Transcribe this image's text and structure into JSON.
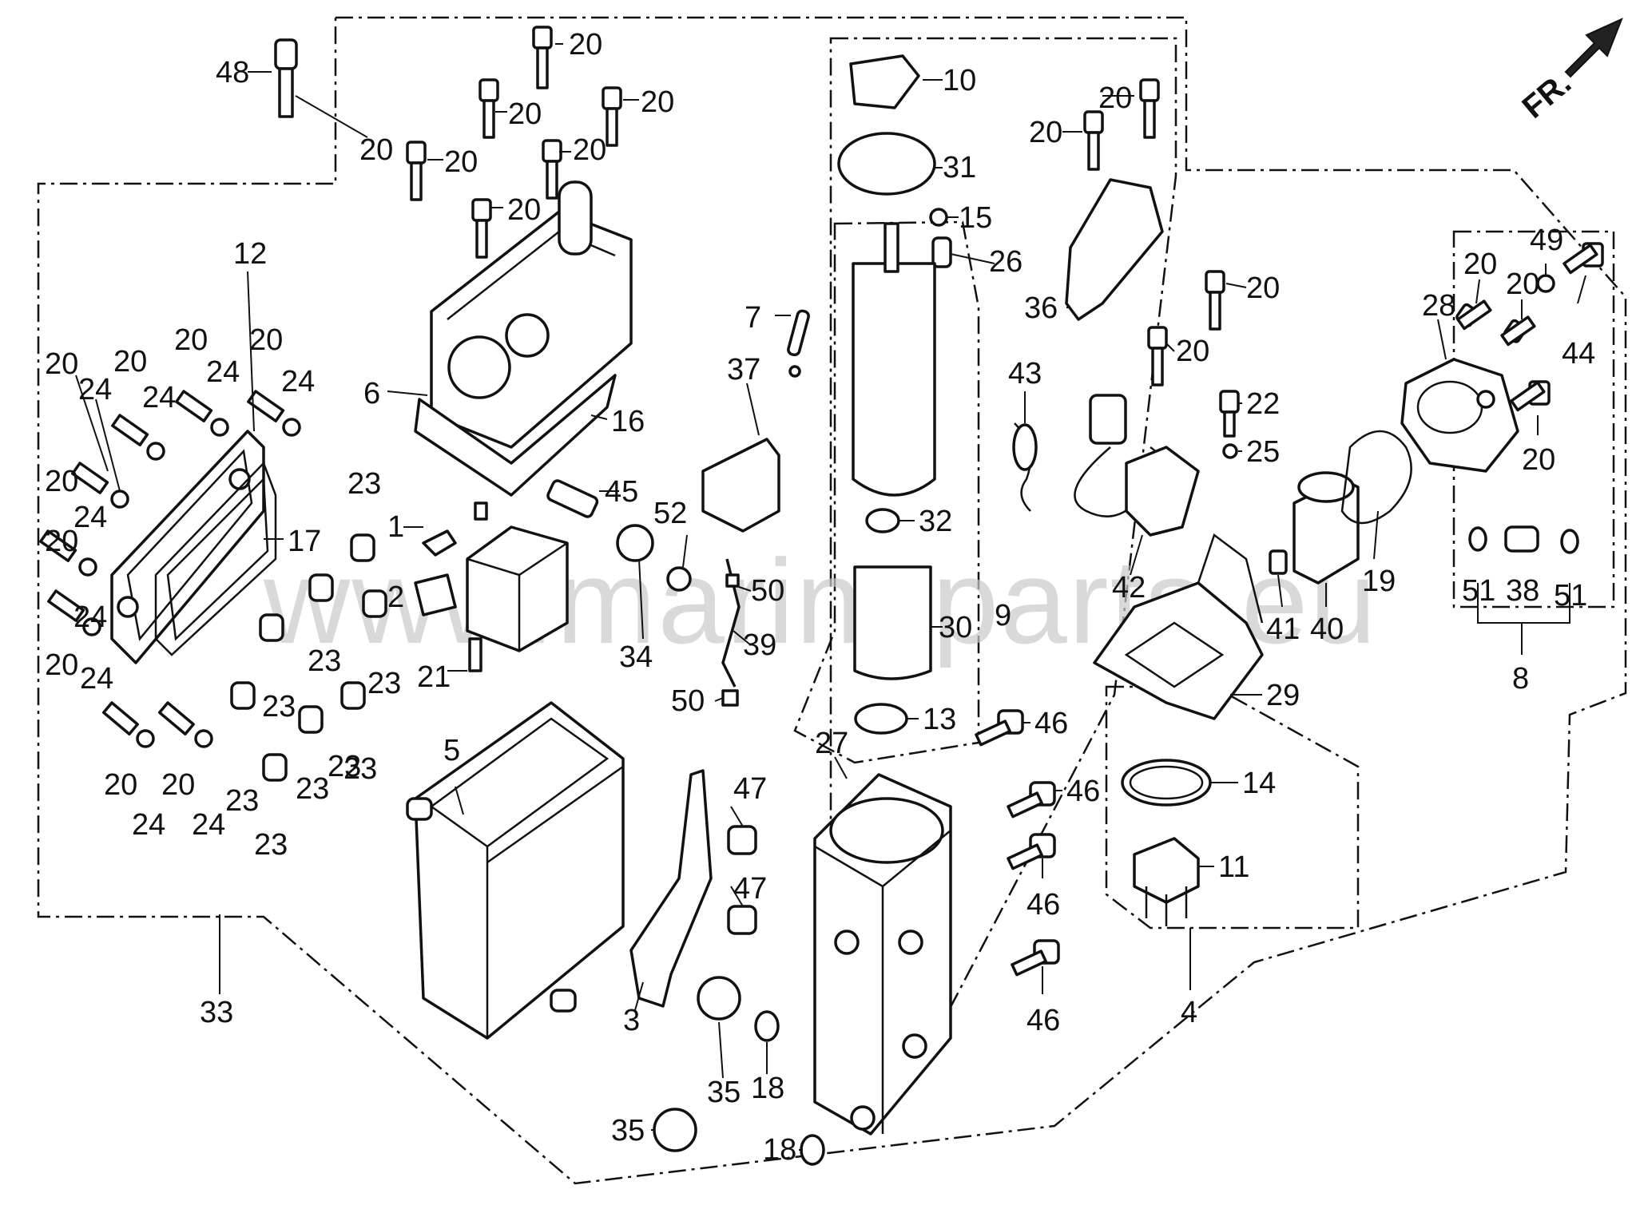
{
  "watermark": "www.marineparts.eu",
  "direction_marker": "FR.",
  "callouts": [
    {
      "id": "c48",
      "text": "48"
    },
    {
      "id": "c20a",
      "text": "20"
    },
    {
      "id": "c20b",
      "text": "20"
    },
    {
      "id": "c20c",
      "text": "20"
    },
    {
      "id": "c20d",
      "text": "20"
    },
    {
      "id": "c20e",
      "text": "20"
    },
    {
      "id": "c20f",
      "text": "20"
    },
    {
      "id": "c12",
      "text": "12"
    },
    {
      "id": "c20g",
      "text": "20"
    },
    {
      "id": "c20h",
      "text": "20"
    },
    {
      "id": "c20i",
      "text": "20"
    },
    {
      "id": "c24a",
      "text": "24"
    },
    {
      "id": "c24b",
      "text": "24"
    },
    {
      "id": "c24c",
      "text": "24"
    },
    {
      "id": "c20j",
      "text": "20"
    },
    {
      "id": "c24d",
      "text": "24"
    },
    {
      "id": "c20k",
      "text": "20"
    },
    {
      "id": "c20l",
      "text": "20"
    },
    {
      "id": "c24e",
      "text": "24"
    },
    {
      "id": "c24f",
      "text": "24"
    },
    {
      "id": "c20m",
      "text": "20"
    },
    {
      "id": "c17",
      "text": "17"
    },
    {
      "id": "c24g",
      "text": "24"
    },
    {
      "id": "c20n",
      "text": "20"
    },
    {
      "id": "c20o",
      "text": "20"
    },
    {
      "id": "c24h",
      "text": "24"
    },
    {
      "id": "c24i",
      "text": "24"
    },
    {
      "id": "c20p",
      "text": "20"
    },
    {
      "id": "c6",
      "text": "6"
    },
    {
      "id": "c16",
      "text": "16"
    },
    {
      "id": "c23a",
      "text": "23"
    },
    {
      "id": "c1",
      "text": "1"
    },
    {
      "id": "c2",
      "text": "2"
    },
    {
      "id": "c23b",
      "text": "23"
    },
    {
      "id": "c23c",
      "text": "23"
    },
    {
      "id": "c23d",
      "text": "23"
    },
    {
      "id": "c21",
      "text": "21"
    },
    {
      "id": "c23e",
      "text": "23"
    },
    {
      "id": "c23f",
      "text": "23"
    },
    {
      "id": "c23g",
      "text": "23"
    },
    {
      "id": "c23h",
      "text": "23"
    },
    {
      "id": "c23i",
      "text": "23"
    },
    {
      "id": "c5",
      "text": "5"
    },
    {
      "id": "c33",
      "text": "33"
    },
    {
      "id": "c45",
      "text": "45"
    },
    {
      "id": "c52",
      "text": "52"
    },
    {
      "id": "c34",
      "text": "34"
    },
    {
      "id": "c7",
      "text": "7"
    },
    {
      "id": "c37",
      "text": "37"
    },
    {
      "id": "c50a",
      "text": "50"
    },
    {
      "id": "c39",
      "text": "39"
    },
    {
      "id": "c50b",
      "text": "50"
    },
    {
      "id": "c47a",
      "text": "47"
    },
    {
      "id": "c47b",
      "text": "47"
    },
    {
      "id": "c3",
      "text": "3"
    },
    {
      "id": "c35a",
      "text": "35"
    },
    {
      "id": "c18a",
      "text": "18"
    },
    {
      "id": "c35b",
      "text": "35"
    },
    {
      "id": "c18b",
      "text": "18"
    },
    {
      "id": "c10",
      "text": "10"
    },
    {
      "id": "c31",
      "text": "31"
    },
    {
      "id": "c15",
      "text": "15"
    },
    {
      "id": "c26",
      "text": "26"
    },
    {
      "id": "c32",
      "text": "32"
    },
    {
      "id": "c30",
      "text": "30"
    },
    {
      "id": "c9",
      "text": "9"
    },
    {
      "id": "c13",
      "text": "13"
    },
    {
      "id": "c27",
      "text": "27"
    },
    {
      "id": "c46a",
      "text": "46"
    },
    {
      "id": "c46b",
      "text": "46"
    },
    {
      "id": "c46c",
      "text": "46"
    },
    {
      "id": "c46d",
      "text": "46"
    },
    {
      "id": "c20q",
      "text": "20"
    },
    {
      "id": "c20r",
      "text": "20"
    },
    {
      "id": "c36",
      "text": "36"
    },
    {
      "id": "c43",
      "text": "43"
    },
    {
      "id": "c20s",
      "text": "20"
    },
    {
      "id": "c20t",
      "text": "20"
    },
    {
      "id": "c22",
      "text": "22"
    },
    {
      "id": "c25",
      "text": "25"
    },
    {
      "id": "c42",
      "text": "42"
    },
    {
      "id": "c41",
      "text": "41"
    },
    {
      "id": "c40",
      "text": "40"
    },
    {
      "id": "c19",
      "text": "19"
    },
    {
      "id": "c29",
      "text": "29"
    },
    {
      "id": "c14",
      "text": "14"
    },
    {
      "id": "c11",
      "text": "11"
    },
    {
      "id": "c4",
      "text": "4"
    },
    {
      "id": "c28",
      "text": "28"
    },
    {
      "id": "c20u",
      "text": "20"
    },
    {
      "id": "c20v",
      "text": "20"
    },
    {
      "id": "c49",
      "text": "49"
    },
    {
      "id": "c44",
      "text": "44"
    },
    {
      "id": "c20w",
      "text": "20"
    },
    {
      "id": "c51a",
      "text": "51"
    },
    {
      "id": "c38",
      "text": "38"
    },
    {
      "id": "c51b",
      "text": "51"
    },
    {
      "id": "c8",
      "text": "8"
    }
  ]
}
